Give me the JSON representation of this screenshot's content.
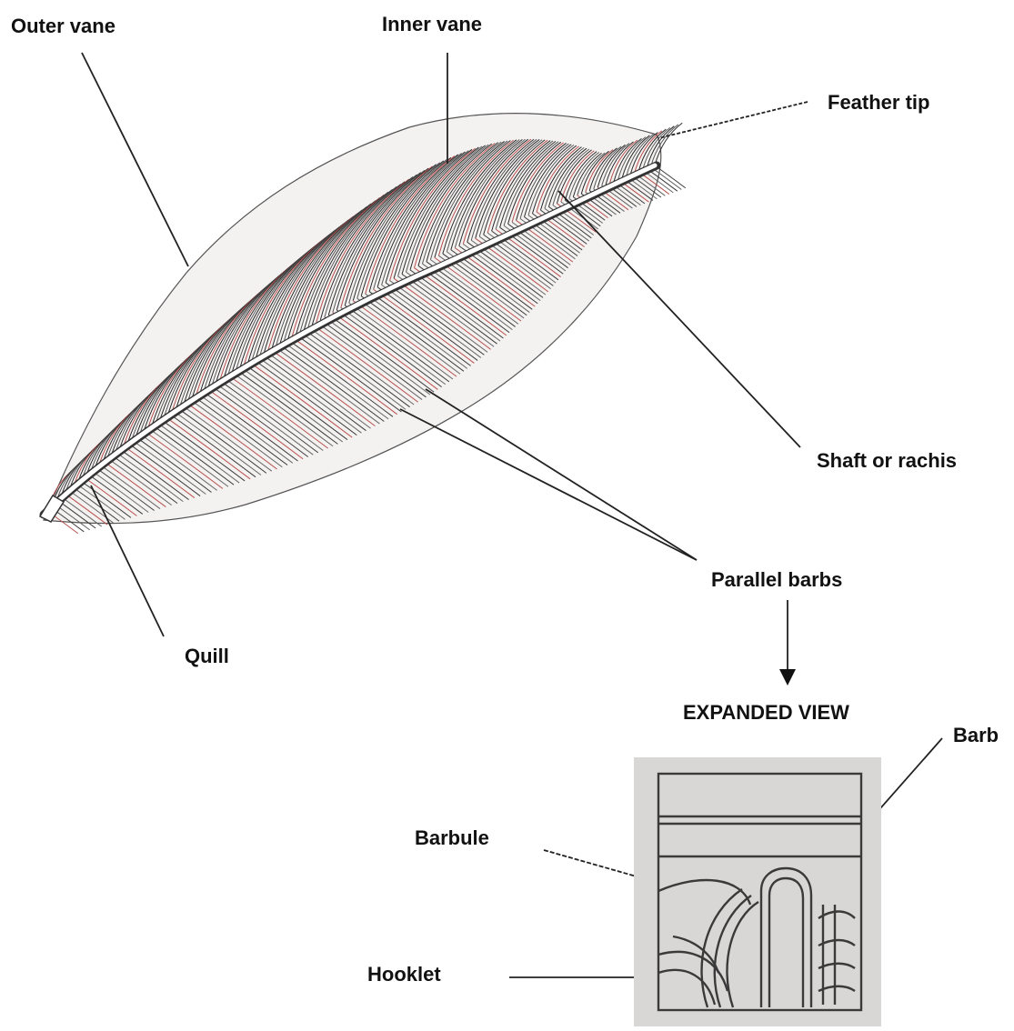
{
  "labels": {
    "outer_vane": "Outer vane",
    "inner_vane": "Inner vane",
    "feather_tip": "Feather tip",
    "shaft": "Shaft or rachis",
    "parallel_barbs": "Parallel barbs",
    "quill": "Quill",
    "expanded_view": "EXPANDED VIEW",
    "barb": "Barb",
    "barbule": "Barbule",
    "hooklet": "Hooklet"
  },
  "colors": {
    "ink": "#111111",
    "barb_red": "#b8504e",
    "inset_background": "#d9d7d6"
  },
  "icons": {
    "pointer": "down-arrow-icon"
  }
}
